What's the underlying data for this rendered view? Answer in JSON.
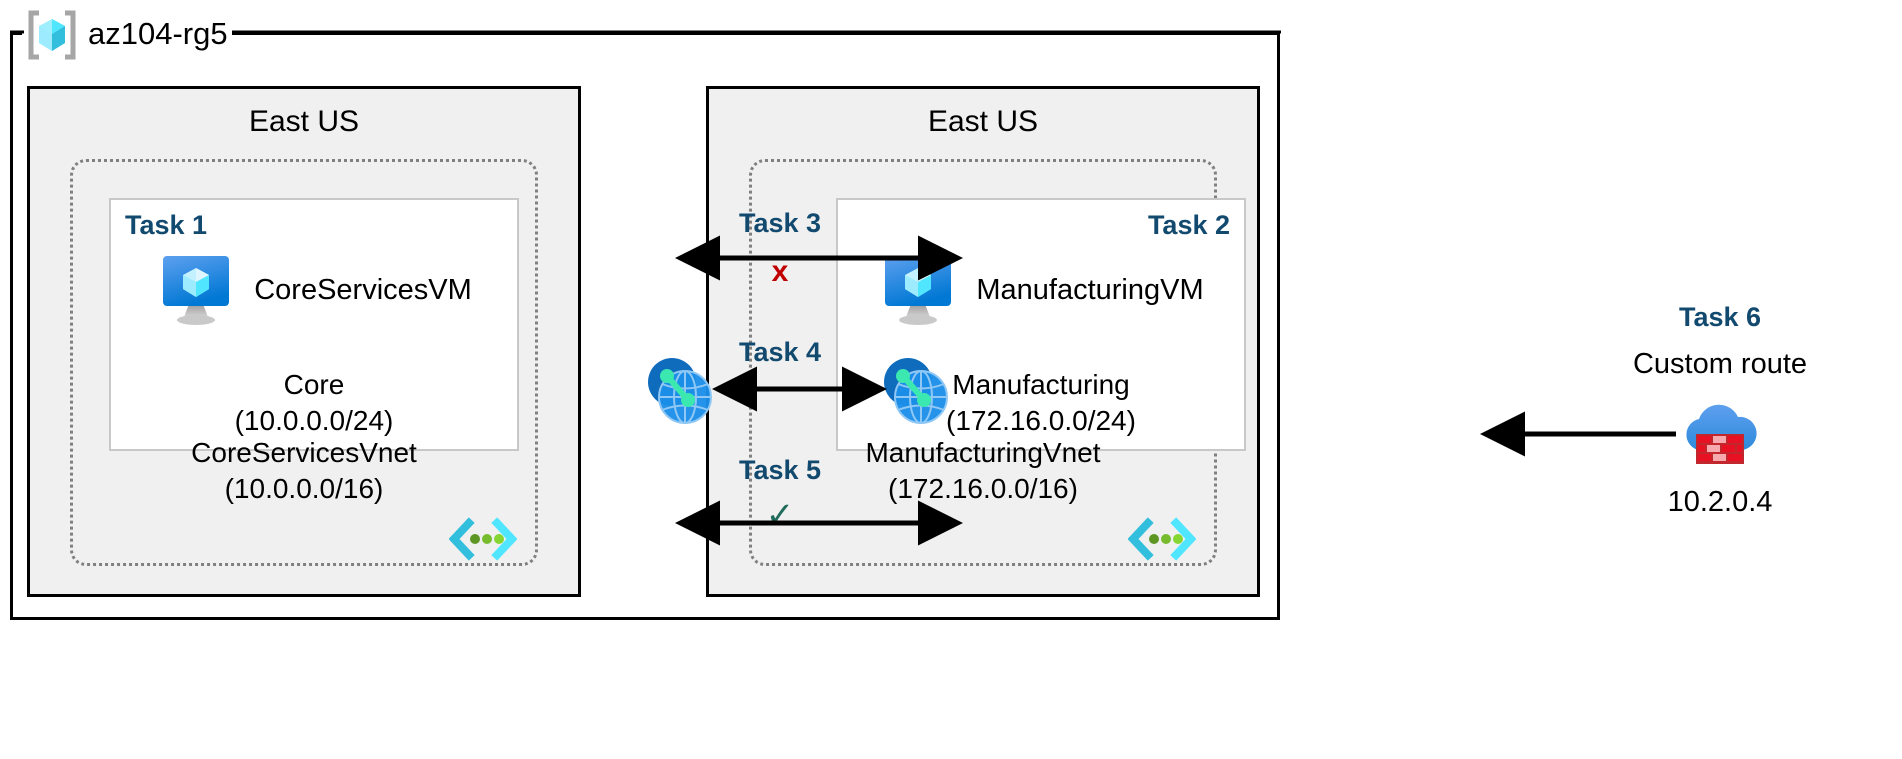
{
  "resource_group": {
    "name": "az104-rg5",
    "icon": "azure-resource-group-icon"
  },
  "regions": [
    {
      "title": "East US",
      "vnet": {
        "name": "CoreServicesVnet",
        "cidr": "(10.0.0.0/16)",
        "icon": "vnet-brackets-icon"
      },
      "subnet": {
        "task_label": "Task 1",
        "vm_name": "CoreServicesVM",
        "vm_icon": "virtual-machine-icon",
        "name": "Core",
        "cidr": "(10.0.0.0/24)"
      }
    },
    {
      "title": "East US",
      "vnet": {
        "name": "ManufacturingVnet",
        "cidr": "(172.16.0.0/16)",
        "icon": "vnet-brackets-icon"
      },
      "subnet": {
        "task_label": "Task 2",
        "vm_name": "ManufacturingVM",
        "vm_icon": "virtual-machine-icon",
        "name": "Manufacturing",
        "cidr": "(172.16.0.0/24)"
      }
    }
  ],
  "center_tasks": [
    {
      "label": "Task 3",
      "mark": "x",
      "mark_type": "fail",
      "mark_color": "#C00000"
    },
    {
      "label": "Task 4",
      "mark": "",
      "mark_type": "none",
      "mark_color": ""
    },
    {
      "label": "Task 5",
      "mark": "✓",
      "mark_type": "success",
      "mark_color": "#1F6B5C"
    }
  ],
  "peering_icons": [
    {
      "name": "vnet-peering-icon-left"
    },
    {
      "name": "vnet-peering-icon-right"
    }
  ],
  "custom_route": {
    "task_label": "Task 6",
    "description": "Custom route",
    "ip": "10.2.0.4",
    "icon": "firewall-cloud-icon"
  },
  "colors": {
    "task_blue": "#12496F",
    "region_fill": "#F0F0F0",
    "vnet_border": "#808080",
    "subnet_border": "#C8C8C8",
    "fail_red": "#C00000",
    "success_green": "#1F6B5C",
    "azure_blue": "#0078D4",
    "cyan": "#32C3F1"
  }
}
